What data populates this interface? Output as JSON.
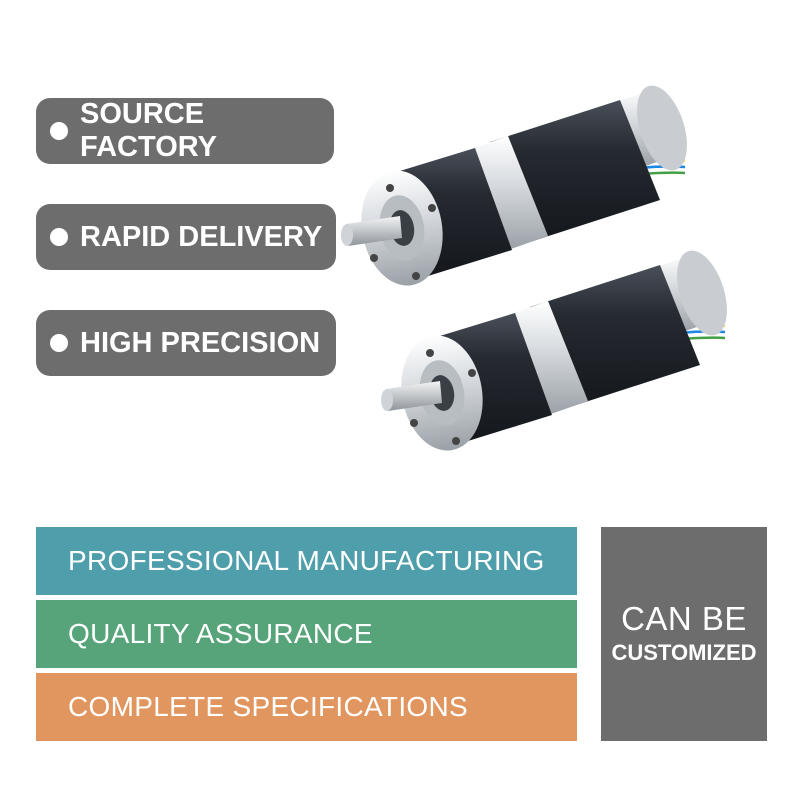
{
  "features": [
    {
      "label": "SOURCE FACTORY"
    },
    {
      "label": "RAPID DELIVERY"
    },
    {
      "label": "HIGH PRECISION"
    }
  ],
  "banners": [
    {
      "label": "PROFESSIONAL MANUFACTURING",
      "color": "#4f9eab"
    },
    {
      "label": "QUALITY ASSURANCE",
      "color": "#58a47a"
    },
    {
      "label": "COMPLETE SPECIFICATIONS",
      "color": "#e2965f"
    }
  ],
  "custom": {
    "line1": "CAN BE",
    "line2": "CUSTOMIZED"
  },
  "colors": {
    "pill": "#6d6d6d",
    "motor_body": "#1f232b",
    "motor_metal": "#d6dade"
  }
}
